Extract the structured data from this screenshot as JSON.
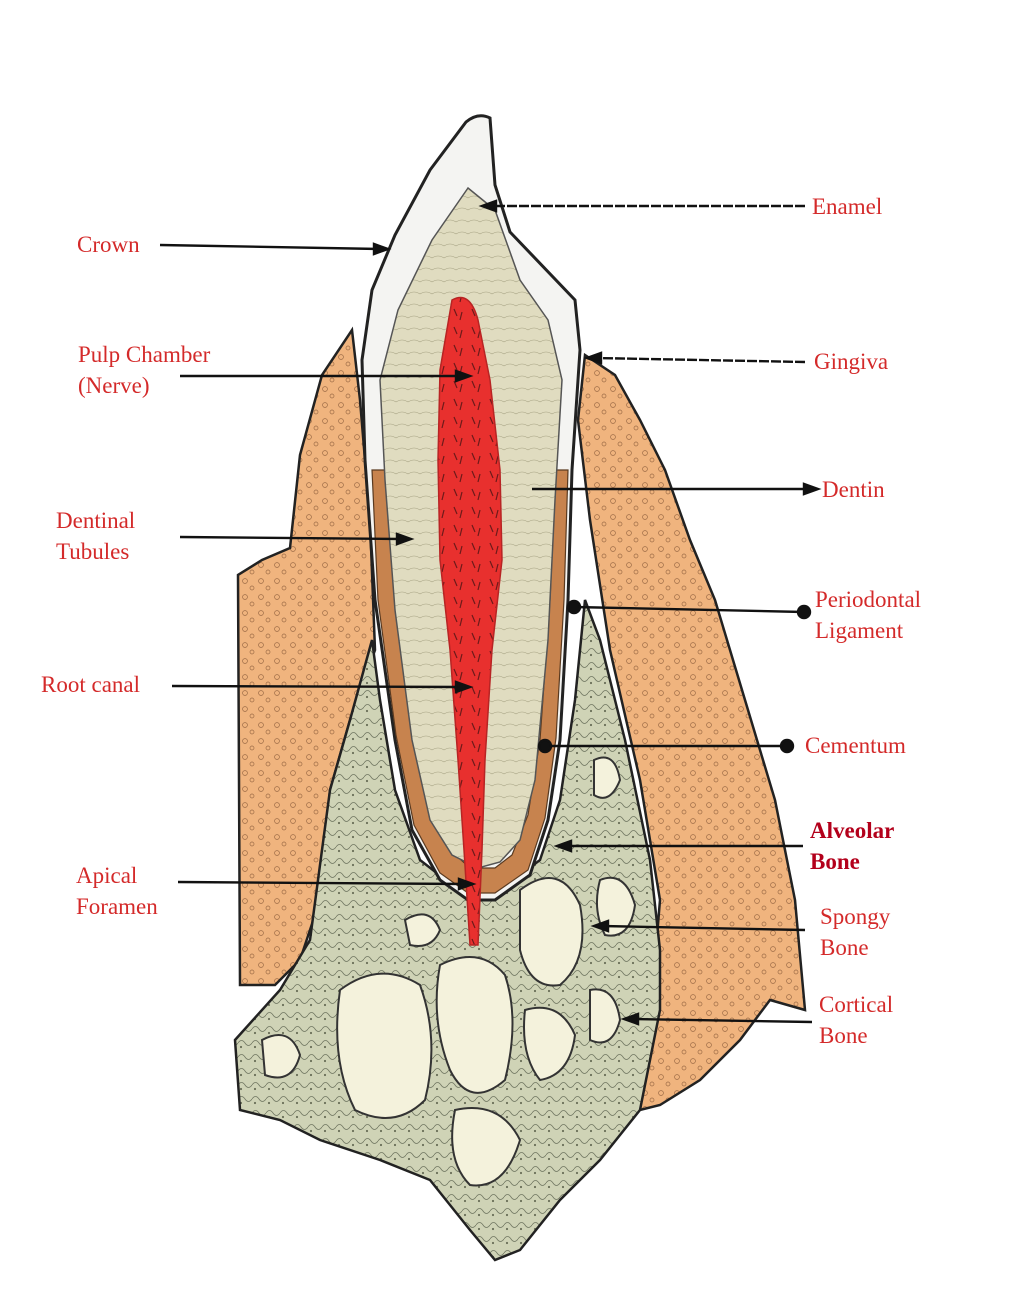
{
  "colors": {
    "label_red": "#d42a2a",
    "label_bold_red": "#b3001b",
    "pulp": "#e8302e",
    "dentin": "#e0dcc0",
    "enamel": "#f4f4f2",
    "gingiva": "#f0b47e",
    "bone": "#cfd3b6",
    "spongy_space": "#f4f2dc",
    "outline": "#222222",
    "leader": "#111111"
  },
  "labels": {
    "enamel": "Enamel",
    "crown": "Crown",
    "pulp_chamber": "Pulp Chamber\n(Nerve)",
    "gingiva": "Gingiva",
    "dentin": "Dentin",
    "dentinal_tubules": "Dentinal\nTubules",
    "periodontal_ligament": "Periodontal\nLigament",
    "root_canal": "Root canal",
    "cementum": "Cementum",
    "alveolar_bone": "Alveolar\nBone",
    "apical_foramen": "Apical\nForamen",
    "spongy_bone": "Spongy\nBone",
    "cortical_bone": "Cortical\nBone"
  }
}
